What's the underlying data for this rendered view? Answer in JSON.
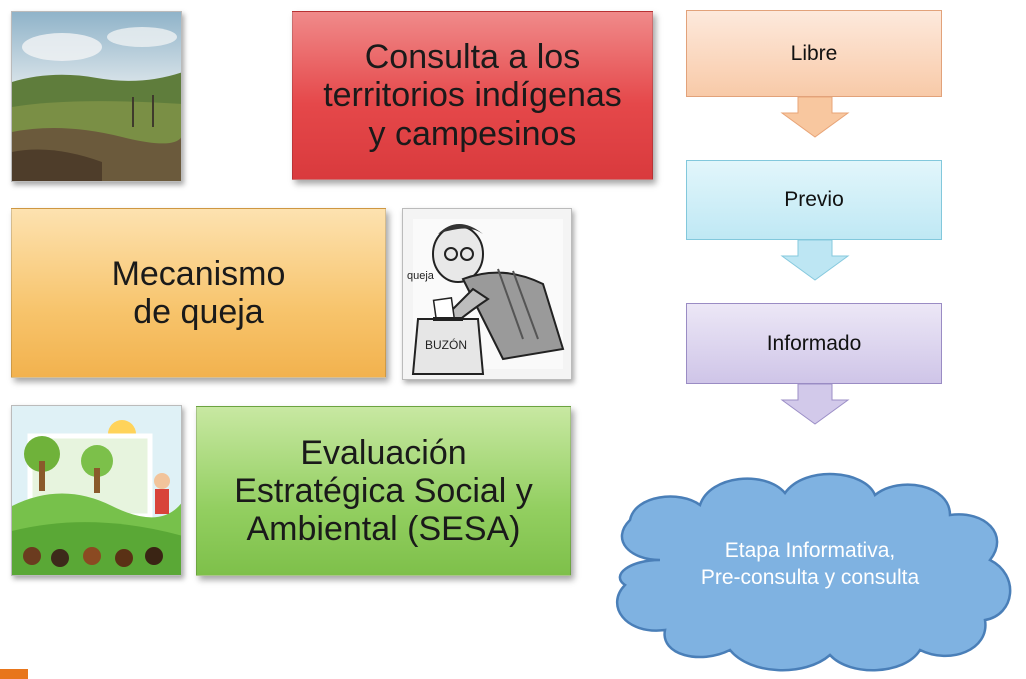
{
  "boxes": {
    "consulta": "Consulta a los\nterritorios indígenas\ny campesinos",
    "mecanismo": "Mecanismo\nde queja",
    "evaluacion": "Evaluación\nEstratégica Social y\nAmbiental (SESA)"
  },
  "images": {
    "ballot_box_label": "BUZÓN",
    "ballot_note": "queja"
  },
  "flow": {
    "steps": [
      "Libre",
      "Previo",
      "Informado"
    ]
  },
  "cloud": {
    "text": "Etapa Informativa,\nPre-consulta y consulta"
  },
  "colors": {
    "red_box": "#e5484a",
    "orange_box": "#f7c46c",
    "green_box": "#93cf61",
    "step1": "#f8caa8",
    "step2": "#bfe8f4",
    "step3": "#cfc5e8",
    "cloud": "#7fb2e1",
    "accent": "#e8761c"
  }
}
